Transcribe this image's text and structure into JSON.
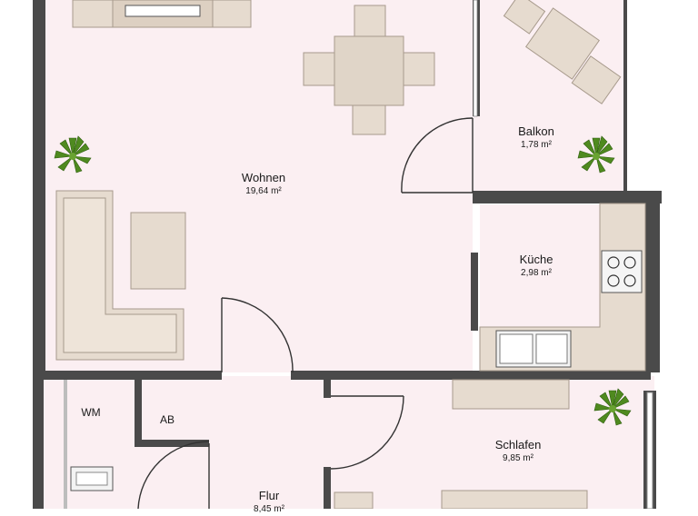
{
  "colors": {
    "wall": "#4a4a4a",
    "floor": "#fbeff2",
    "furniture": "#e6dbcf",
    "furniture_edge": "#a79a8c",
    "plant": "#4f8a1f"
  },
  "rooms": {
    "wohnen": {
      "name": "Wohnen",
      "area": "19,64 m²"
    },
    "balkon": {
      "name": "Balkon",
      "area": "1,78 m²"
    },
    "kueche": {
      "name": "Küche",
      "area": "2,98 m²"
    },
    "schlafen": {
      "name": "Schlafen",
      "area": "9,85 m²"
    },
    "flur": {
      "name": "Flur",
      "area": "8,45 m²"
    },
    "wm": {
      "name": "WM"
    },
    "ab": {
      "name": "AB"
    }
  },
  "icons": [
    "plant-icon",
    "stove-icon",
    "sink-icon"
  ]
}
